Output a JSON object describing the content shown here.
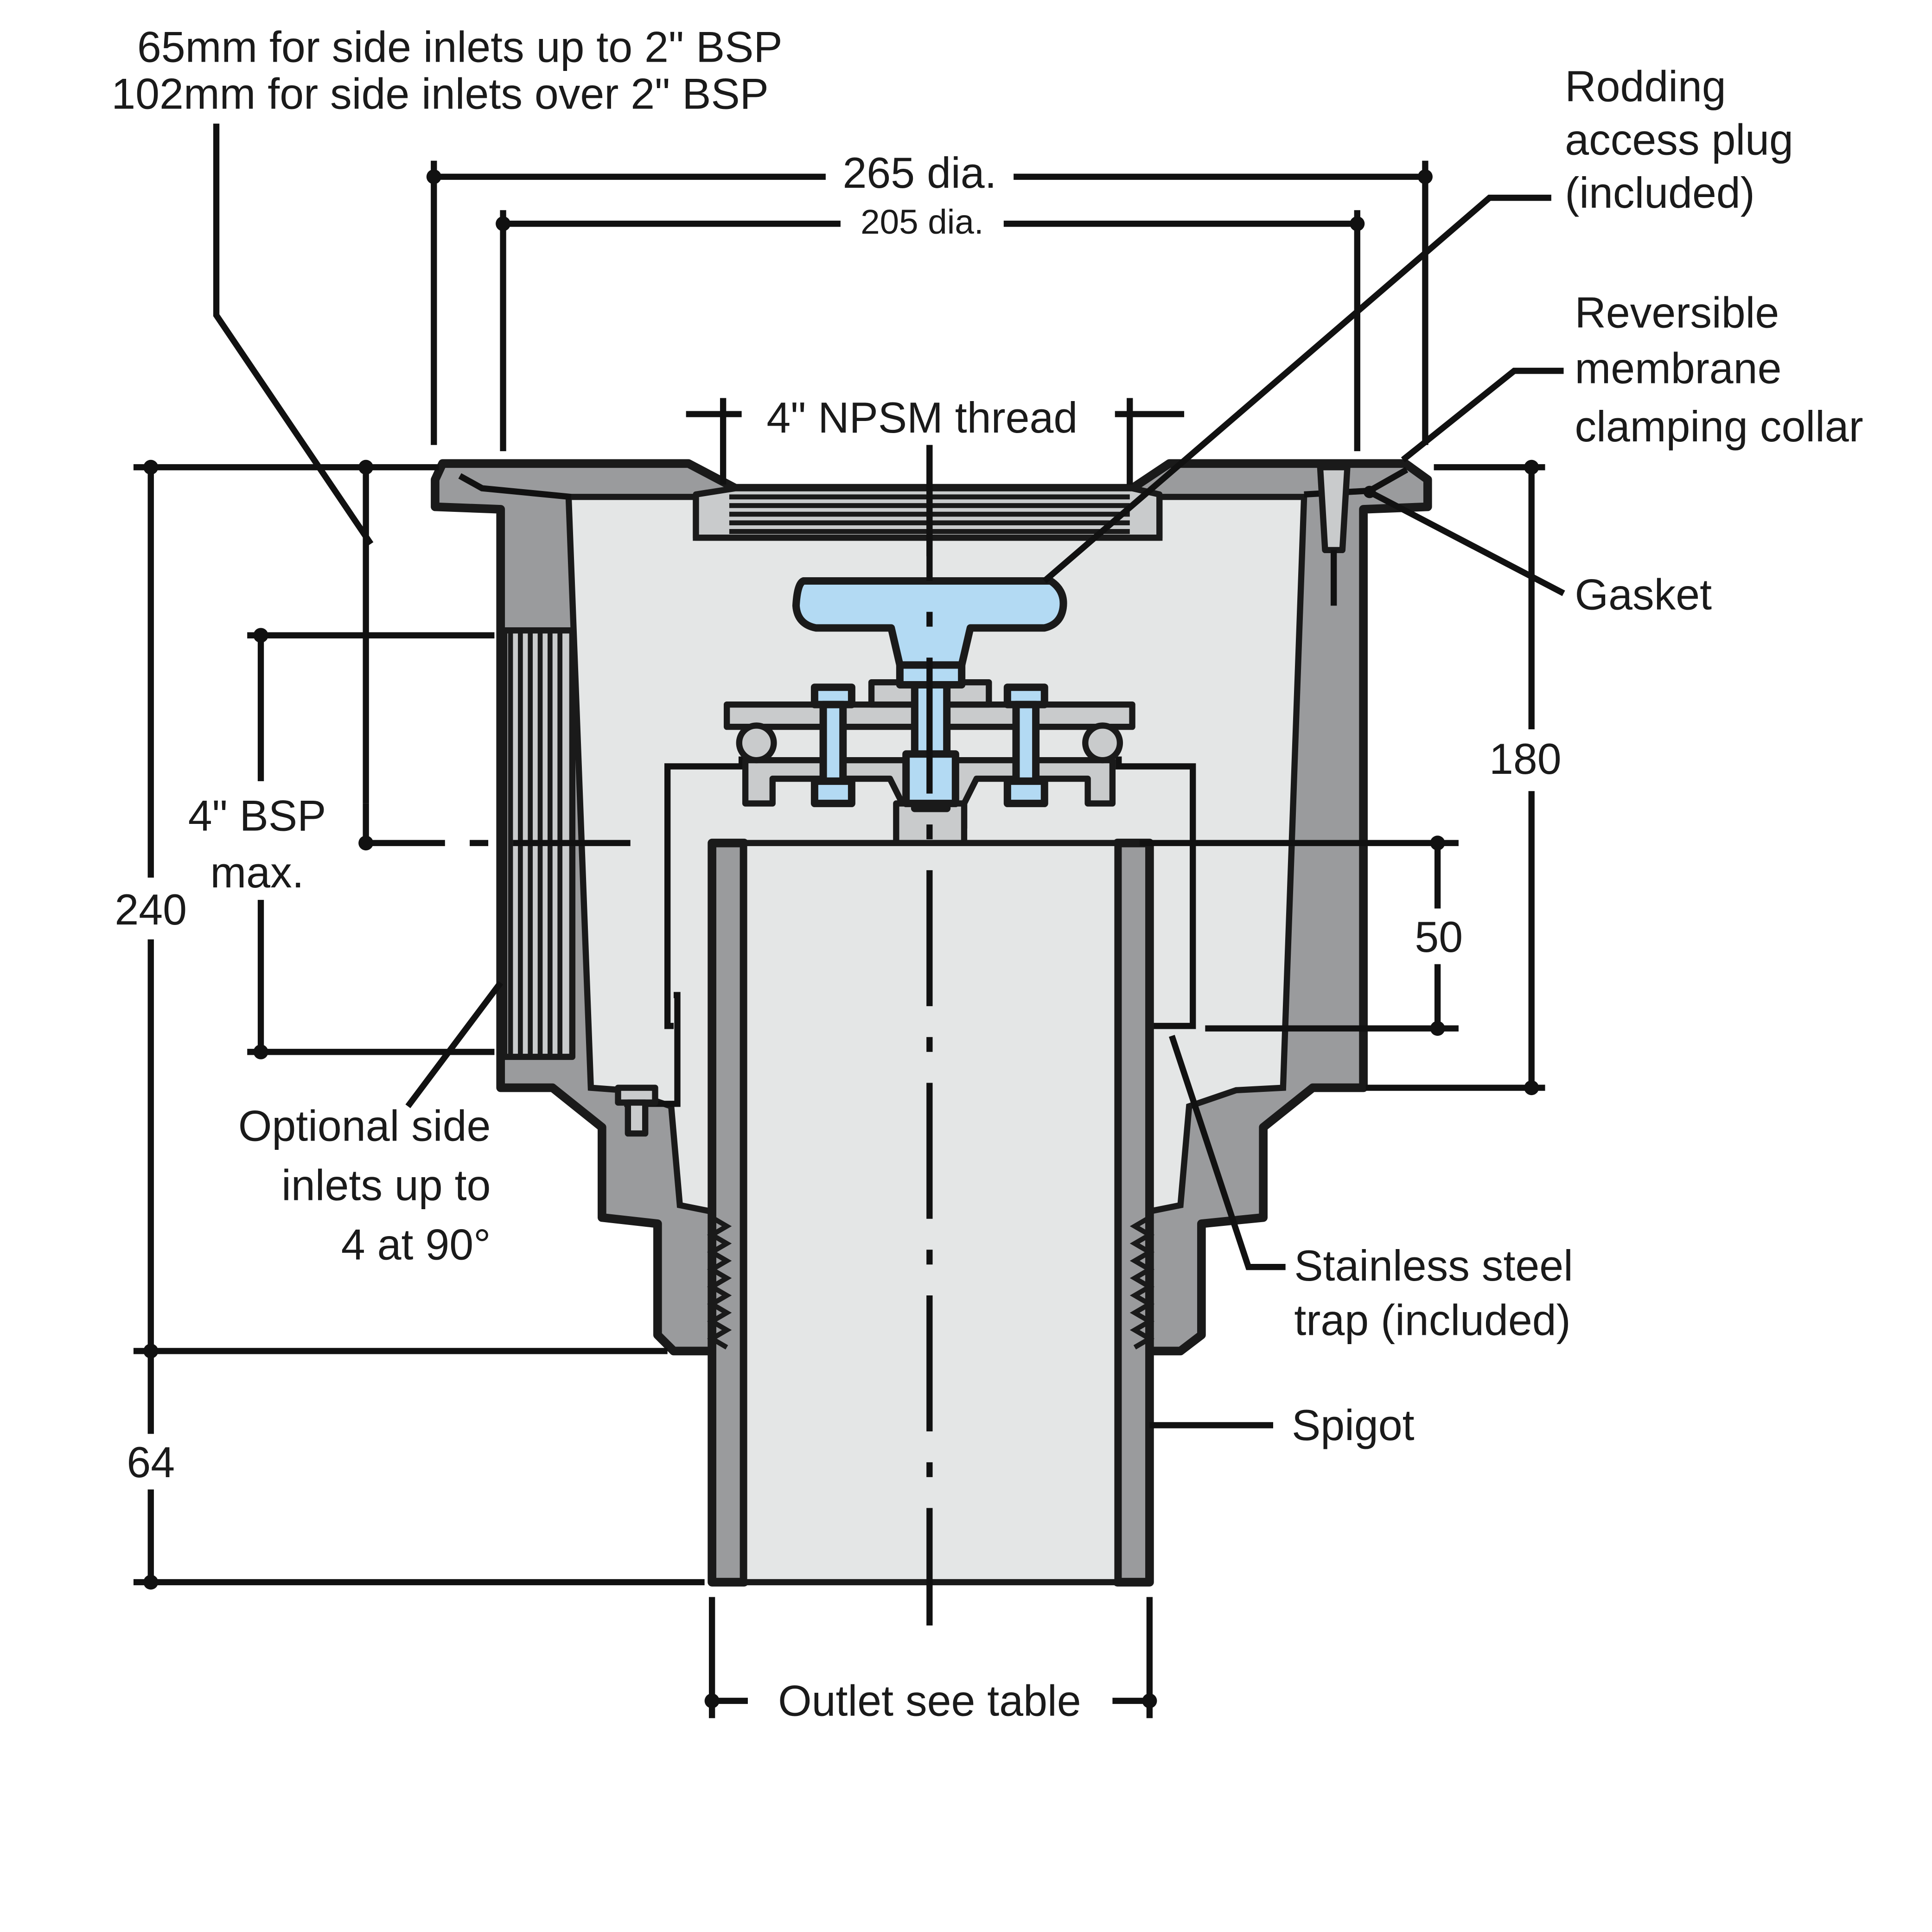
{
  "labels": {
    "side_inlet_65": "65mm for side inlets up to 2\" BSP",
    "side_inlet_102": "102mm for side inlets over 2\" BSP",
    "dia_265": "265 dia.",
    "dia_205": "205 dia.",
    "npsm": "4\" NPSM thread",
    "rodding_1": "Rodding",
    "rodding_2": "access plug",
    "rodding_3": "(included)",
    "collar_1": "Reversible",
    "collar_2": "membrane",
    "collar_3": "clamping collar",
    "gasket": "Gasket",
    "dim_180": "180",
    "dim_50": "50",
    "dim_240": "240",
    "dim_64": "64",
    "bsp_1": "4\" BSP",
    "bsp_2": "max.",
    "optional_1": "Optional side",
    "optional_2": "inlets up to",
    "optional_3": "4 at 90°",
    "trap_1": "Stainless steel",
    "trap_2": "trap (included)",
    "spigot": "Spigot",
    "outlet": "Outlet see table"
  },
  "colors": {
    "body_grey": "#9a9b9d",
    "inner_light": "#e4e6e6",
    "plug_blue": "#b3daf3",
    "line": "#1a1a1a"
  }
}
